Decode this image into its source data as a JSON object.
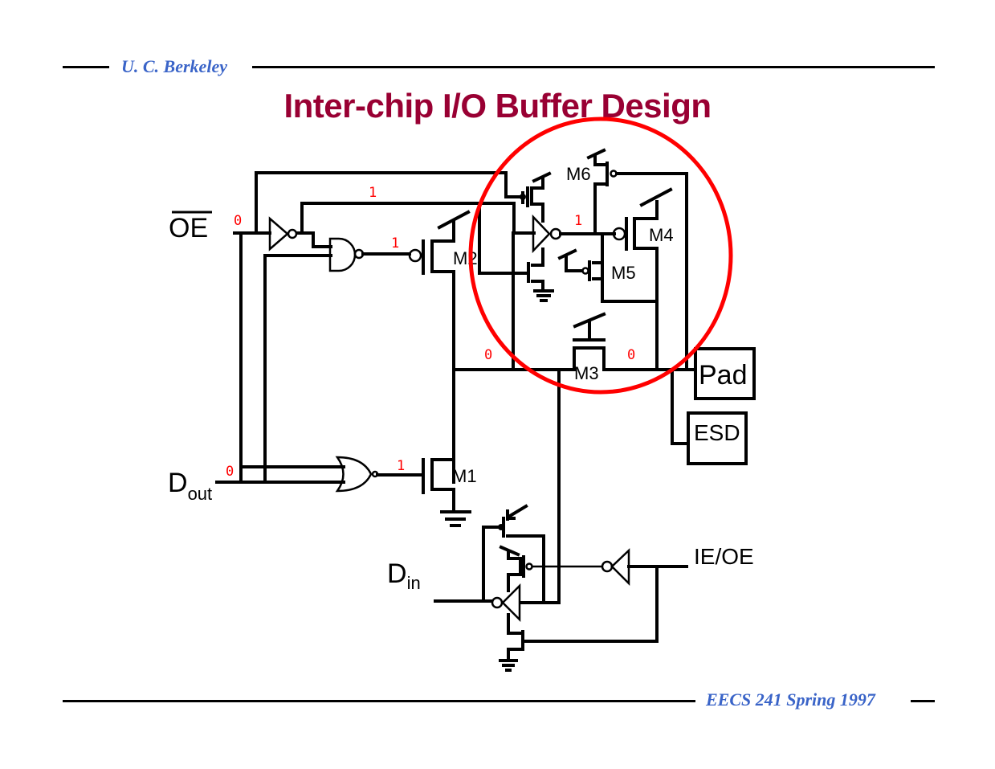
{
  "header": {
    "institution": "U. C. Berkeley",
    "title": "Inter-chip I/O Buffer Design"
  },
  "footer": {
    "course": "EECS 241 Spring 1997"
  },
  "colors": {
    "header_text": "#3a64c8",
    "title": "#990033",
    "highlight_circle": "#ff0000",
    "logic_values": "#ff0000"
  },
  "schematic": {
    "inputs": {
      "oe_bar": "OE",
      "dout_main": "D",
      "dout_sub": "out",
      "din_main": "D",
      "din_sub": "in",
      "ie_oe": "IE/OE"
    },
    "transistors": [
      "M1",
      "M2",
      "M3",
      "M4",
      "M5",
      "M6"
    ],
    "blocks": {
      "pad": "Pad",
      "esd": "ESD"
    },
    "logic_values": {
      "oe_bar_input": "0",
      "inverter_out": "1",
      "nand_out": "1",
      "dout_input": "0",
      "nor_out": "1",
      "level_shift_inv_out": "1",
      "node_left_of_m3": "0",
      "node_right_of_m3": "0"
    },
    "highlight": "circled level-shifter / pass-gate region"
  }
}
